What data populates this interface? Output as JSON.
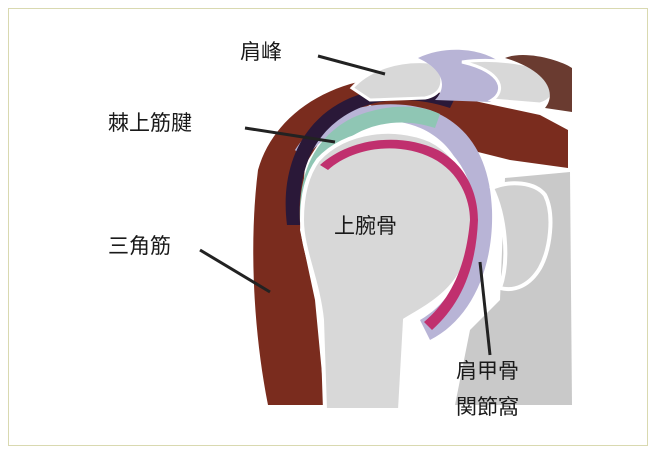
{
  "diagram": {
    "labels": {
      "acromion": "肩峰",
      "supraspinatus_tendon": "棘上筋腱",
      "deltoid": "三角筋",
      "humerus": "上腕骨",
      "glenoid_line1": "肩甲骨",
      "glenoid_line2": "関節窩"
    },
    "colors": {
      "deltoid": "#7a2c1e",
      "bone": "#d8d8d8",
      "bone_outline": "#ffffff",
      "joint_capsule": "#b8b4d6",
      "bursa": "#2a1838",
      "cartilage_rim": "#c0306e",
      "tendon_teal": "#8fc6b4",
      "leader_line": "#222222"
    }
  }
}
